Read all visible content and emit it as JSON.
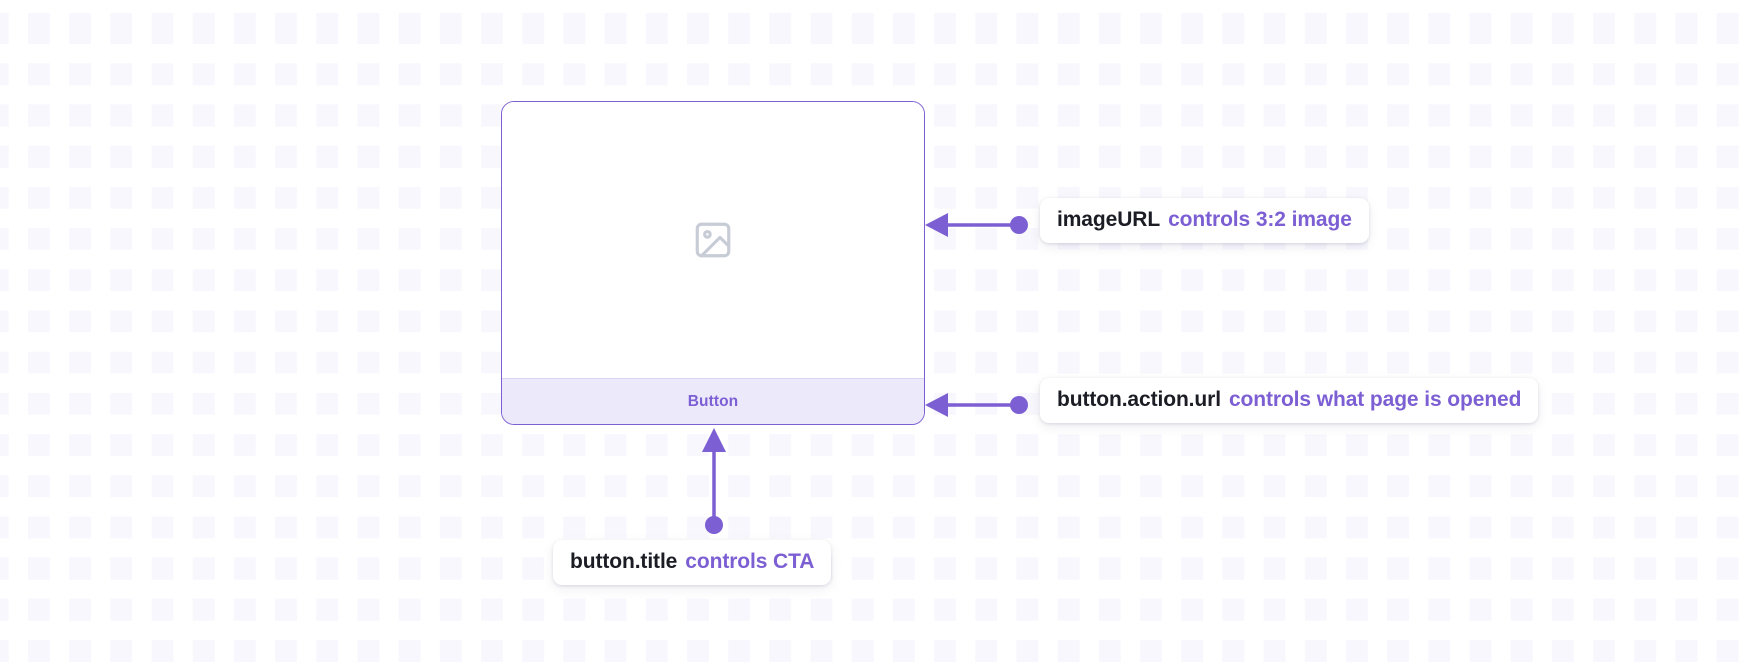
{
  "background": {
    "pattern": "faint-lavender-square-grid",
    "page_color": "#ffffff",
    "grid_square_color": "#f7f7fd"
  },
  "accent_color": "#7c5fd3",
  "card": {
    "name": "content-card-preview",
    "border_color": "#7c5fd3",
    "image_area": {
      "icon": "image-placeholder-icon",
      "icon_color": "#c8ccd6",
      "aspect_ratio": "3:2"
    },
    "button_bar": {
      "label": "Button",
      "background_color": "#ece9fb",
      "text_color": "#7c5fd3"
    }
  },
  "annotations": [
    {
      "id": "image-url",
      "key": "imageURL",
      "desc": "controls 3:2 image",
      "key_color": "#1b1c24",
      "desc_color": "#7c5fd3",
      "connector": "arrow-left-to-card-image"
    },
    {
      "id": "button-action-url",
      "key": "button.action.url",
      "desc": "controls what page is opened",
      "key_color": "#1b1c24",
      "desc_color": "#7c5fd3",
      "connector": "arrow-left-to-card-button"
    },
    {
      "id": "button-title",
      "key": "button.title",
      "desc": "controls CTA",
      "key_color": "#1b1c24",
      "desc_color": "#7c5fd3",
      "connector": "arrow-up-to-card-button"
    }
  ]
}
